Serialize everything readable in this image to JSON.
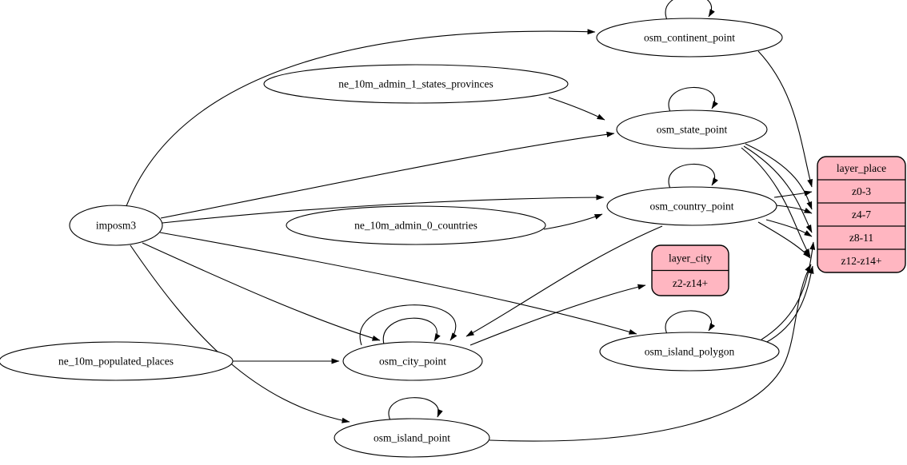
{
  "diagram": {
    "colors": {
      "background": "#ffffff",
      "ellipse_fill": "#ffffff",
      "record_fill": "#ffb6c1",
      "stroke": "#000000",
      "text": "#000000"
    },
    "nodes": [
      {
        "id": "imposm3",
        "label": "imposm3",
        "shape": "ellipse",
        "self_loops": 0
      },
      {
        "id": "ne_10m_admin_1_states_provinces",
        "label": "ne_10m_admin_1_states_provinces",
        "shape": "ellipse",
        "self_loops": 0
      },
      {
        "id": "ne_10m_admin_0_countries",
        "label": "ne_10m_admin_0_countries",
        "shape": "ellipse",
        "self_loops": 0
      },
      {
        "id": "ne_10m_populated_places",
        "label": "ne_10m_populated_places",
        "shape": "ellipse",
        "self_loops": 0
      },
      {
        "id": "osm_continent_point",
        "label": "osm_continent_point",
        "shape": "ellipse",
        "self_loops": 1
      },
      {
        "id": "osm_state_point",
        "label": "osm_state_point",
        "shape": "ellipse",
        "self_loops": 1
      },
      {
        "id": "osm_country_point",
        "label": "osm_country_point",
        "shape": "ellipse",
        "self_loops": 1
      },
      {
        "id": "osm_city_point",
        "label": "osm_city_point",
        "shape": "ellipse",
        "self_loops": 2
      },
      {
        "id": "osm_island_polygon",
        "label": "osm_island_polygon",
        "shape": "ellipse",
        "self_loops": 1
      },
      {
        "id": "osm_island_point",
        "label": "osm_island_point",
        "shape": "ellipse",
        "self_loops": 1
      },
      {
        "id": "layer_city",
        "shape": "record",
        "title": "layer_city",
        "rows": [
          "z2-z14+"
        ]
      },
      {
        "id": "layer_place",
        "shape": "record",
        "title": "layer_place",
        "rows": [
          "z0-3",
          "z4-7",
          "z8-11",
          "z12-z14+"
        ]
      }
    ],
    "edges": [
      {
        "from": "imposm3",
        "to": "osm_continent_point"
      },
      {
        "from": "ne_10m_admin_1_states_provinces",
        "to": "osm_state_point"
      },
      {
        "from": "imposm3",
        "to": "osm_state_point"
      },
      {
        "from": "imposm3",
        "to": "osm_country_point"
      },
      {
        "from": "ne_10m_admin_0_countries",
        "to": "osm_country_point"
      },
      {
        "from": "imposm3",
        "to": "osm_city_point"
      },
      {
        "from": "imposm3",
        "to": "osm_island_polygon"
      },
      {
        "from": "imposm3",
        "to": "osm_island_point"
      },
      {
        "from": "ne_10m_populated_places",
        "to": "osm_city_point"
      },
      {
        "from": "osm_city_point",
        "to": "layer_city",
        "row": "z2-z14+"
      },
      {
        "from": "osm_country_point",
        "to": "osm_city_point"
      },
      {
        "from": "osm_continent_point",
        "to": "layer_place",
        "row": "z0-3"
      },
      {
        "from": "osm_state_point",
        "to": "layer_place",
        "row": "z4-7"
      },
      {
        "from": "osm_state_point",
        "to": "layer_place",
        "row": "z8-11"
      },
      {
        "from": "osm_state_point",
        "to": "layer_place",
        "row": "z12-z14+"
      },
      {
        "from": "osm_country_point",
        "to": "layer_place",
        "row": "z0-3"
      },
      {
        "from": "osm_country_point",
        "to": "layer_place",
        "row": "z4-7"
      },
      {
        "from": "osm_country_point",
        "to": "layer_place",
        "row": "z8-11"
      },
      {
        "from": "osm_country_point",
        "to": "layer_place",
        "row": "z12-z14+"
      },
      {
        "from": "osm_island_polygon",
        "to": "layer_place",
        "row": "z8-11"
      },
      {
        "from": "osm_island_polygon",
        "to": "layer_place",
        "row": "z12-z14+"
      },
      {
        "from": "osm_island_point",
        "to": "layer_place",
        "row": "z12-z14+"
      }
    ]
  }
}
